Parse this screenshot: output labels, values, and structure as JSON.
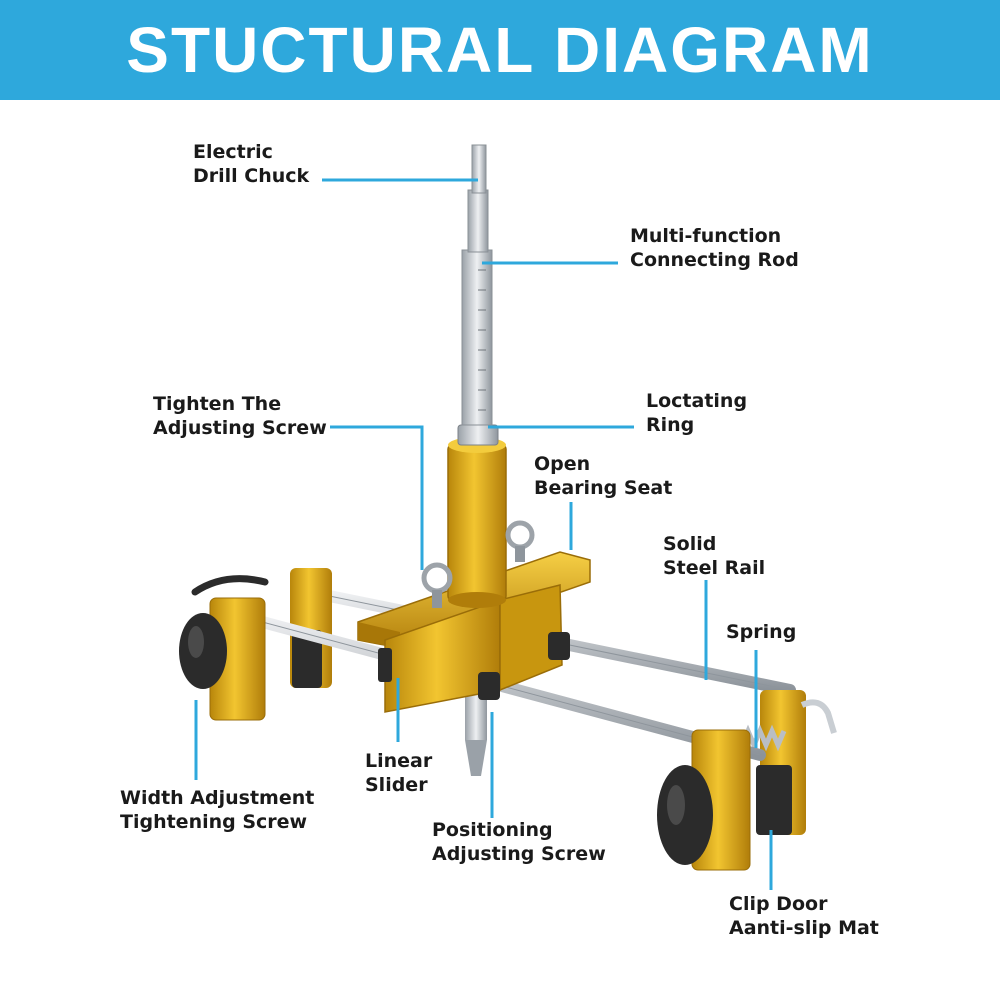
{
  "header": {
    "title": "STUCTURAL DIAGRAM"
  },
  "colors": {
    "header_bg": "#2ea8dc",
    "leader_line": "#2ea8dc",
    "gold": "#e0ac1a",
    "steel": "#c9ced3",
    "knob": "#2b2b2b"
  },
  "labels": {
    "electric_drill_chuck": [
      "Electric",
      "Drill Chuck"
    ],
    "multi_function_connecting_rod": [
      "Multi-function",
      "Connecting Rod"
    ],
    "tighten_adjusting_screw": [
      "Tighten The",
      "Adjusting Screw"
    ],
    "locating_ring": [
      "Loctating",
      "Ring"
    ],
    "open_bearing_seat": [
      "Open",
      "Bearing Seat"
    ],
    "solid_steel_rail": [
      "Solid",
      "Steel Rail"
    ],
    "spring": [
      "Spring"
    ],
    "linear_slider": [
      "Linear",
      "Slider"
    ],
    "width_adjustment_screw": [
      "Width Adjustment",
      "Tightening Screw"
    ],
    "positioning_adjusting_screw": [
      "Positioning",
      "Adjusting Screw"
    ],
    "clip_door_mat": [
      "Clip Door",
      "Aanti-slip Mat"
    ]
  }
}
